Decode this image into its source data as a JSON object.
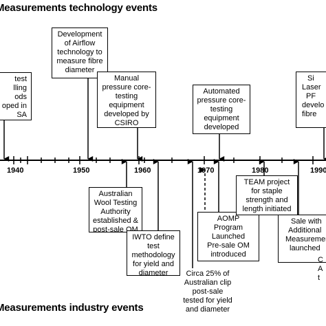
{
  "headings": {
    "technology": "Measurements technology events",
    "industry": "Measurements industry events"
  },
  "years": [
    "1940",
    "1950",
    "1960",
    "1970",
    "1980",
    "1990"
  ],
  "technology_events": [
    {
      "lines": [
        "test",
        "lling",
        "ods",
        "oped in",
        "SA"
      ]
    },
    {
      "lines": [
        "Development",
        "of Airflow",
        "technology to",
        "measure fibre",
        "diameter"
      ]
    },
    {
      "lines": [
        "Manual",
        "pressure core-",
        "testing",
        "equipment",
        "developed by",
        "CSIRO"
      ]
    },
    {
      "lines": [
        "Automated",
        "pressure core-",
        "testing",
        "equipment",
        "developed"
      ]
    },
    {
      "lines": [
        "Si",
        "Laser",
        "PF",
        "develo",
        "fibre"
      ]
    }
  ],
  "industry_events": [
    {
      "lines": [
        "Australian",
        "Wool Testing",
        "Authority",
        "established &",
        "post-sale OM"
      ]
    },
    {
      "lines": [
        "IWTO define",
        "test",
        "methodology",
        "for yield and",
        "diameter"
      ]
    },
    {
      "lines": [
        "AOMP",
        "Program",
        "Launched",
        "Pre-sale OM",
        "introduced"
      ]
    },
    {
      "lines": [
        "TEAM project",
        "for staple",
        "strength and",
        "length initiated"
      ]
    },
    {
      "lines": [
        "Sale with",
        "Additional",
        "Measuremen",
        "launched"
      ]
    }
  ],
  "notes": [
    {
      "lines": [
        "Circa 25% of",
        "Australian clip",
        "post-sale",
        "tested for yield",
        "and diameter"
      ]
    },
    {
      "lines": [
        "C",
        "A",
        "t"
      ]
    }
  ]
}
